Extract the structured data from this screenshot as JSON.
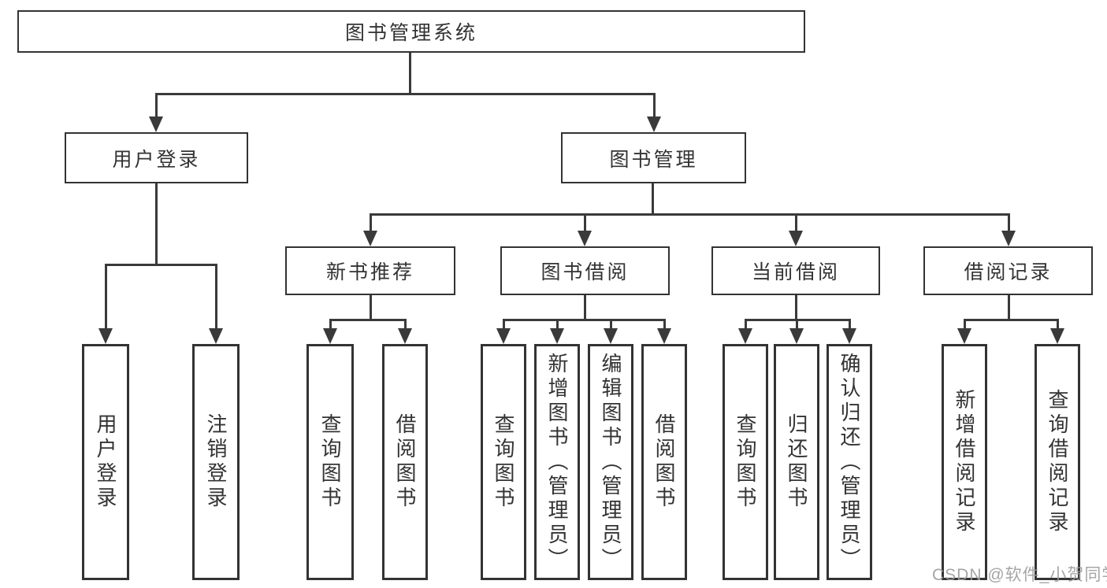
{
  "diagram": {
    "root": {
      "label": "图书管理系统"
    },
    "level2": [
      {
        "label": "用户登录"
      },
      {
        "label": "图书管理"
      }
    ],
    "level3": [
      {
        "label": "新书推荐"
      },
      {
        "label": "图书借阅"
      },
      {
        "label": "当前借阅"
      },
      {
        "label": "借阅记录"
      }
    ],
    "leaves": {
      "user_login": [
        {
          "label": "用户登录"
        },
        {
          "label": "注销登录"
        }
      ],
      "new_book": [
        {
          "label": "查询图书"
        },
        {
          "label": "借阅图书"
        }
      ],
      "book_borrow": [
        {
          "label": "查询图书"
        },
        {
          "label": "新增图书（管理员）"
        },
        {
          "label": "编辑图书（管理员）"
        },
        {
          "label": "借阅图书"
        }
      ],
      "current_borrow": [
        {
          "label": "查询图书"
        },
        {
          "label": "归还图书"
        },
        {
          "label": "确认归还（管理员）"
        }
      ],
      "borrow_record": [
        {
          "label": "新增借阅记录"
        },
        {
          "label": "查询借阅记录"
        }
      ]
    },
    "colors": {
      "line": "#3a3a3a",
      "border": "#333333",
      "text": "#333333",
      "box_fill": "#ffffff",
      "watermark": "#9b9b9b"
    }
  },
  "watermark": {
    "text": "CSDN @软件_小贺同学"
  }
}
